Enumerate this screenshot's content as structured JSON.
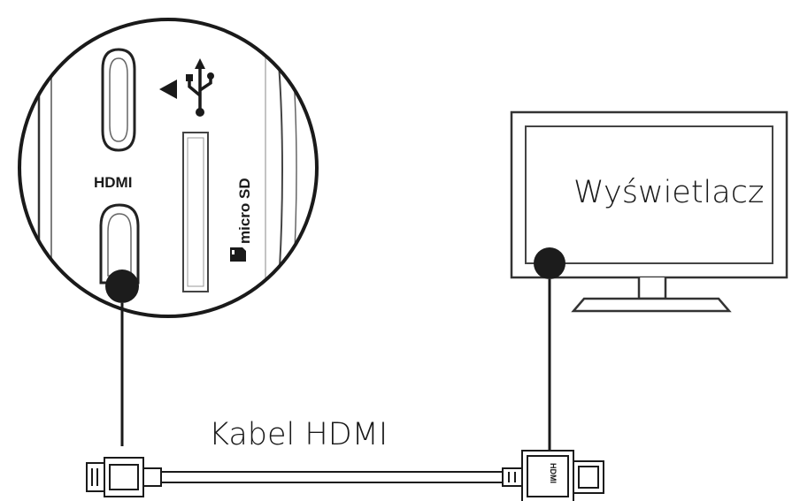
{
  "labels": {
    "display": "Wyświetlacz",
    "cable": "Kabel HDMI",
    "hdmi_port": "HDMI",
    "micro_sd": "micro SD",
    "hdmi_plug": "HDMI"
  },
  "colors": {
    "ink": "#1a1a1a",
    "background": "#ffffff",
    "dot": "#1c1c1c"
  },
  "icons": [
    "usb-icon",
    "arrow-left-icon",
    "sd-card-icon"
  ]
}
